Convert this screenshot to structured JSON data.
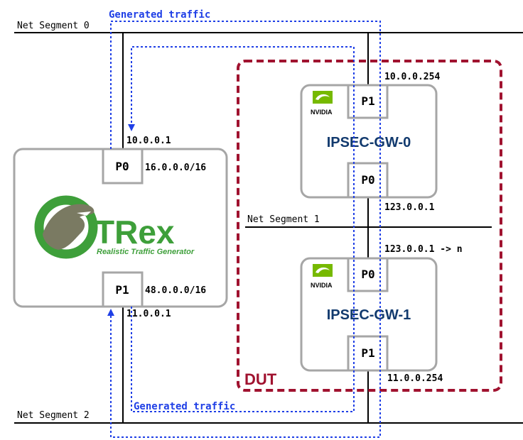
{
  "colors": {
    "wire": "#000000",
    "box_border": "#a6a6a6",
    "traffic": "#1f3fe6",
    "dut": "#a0122f",
    "gateway_title": "#123a6e",
    "trex_green": "#3e9f3a"
  },
  "segments": {
    "seg0": "Net Segment 0",
    "seg1": "Net Segment 1",
    "seg2": "Net Segment 2"
  },
  "traffic": {
    "top_label": "Generated traffic",
    "bottom_label": "Generated traffic"
  },
  "trex": {
    "logo_word": "TRex",
    "logo_tagline": "Realistic Traffic Generator",
    "port0": {
      "label": "P0",
      "ip": "10.0.0.1",
      "subnet": "16.0.0.0/16"
    },
    "port1": {
      "label": "P1",
      "ip": "11.0.0.1",
      "subnet": "48.0.0.0/16"
    }
  },
  "dut": {
    "label": "DUT",
    "gw0": {
      "title": "IPSEC-GW-0",
      "vendor": "NVIDIA",
      "p1": {
        "label": "P1",
        "ip": "10.0.0.254"
      },
      "p0": {
        "label": "P0",
        "ip": "123.0.0.1"
      }
    },
    "gw1": {
      "title": "IPSEC-GW-1",
      "vendor": "NVIDIA",
      "p0": {
        "label": "P0",
        "ip": "123.0.0.1 -> n"
      },
      "p1": {
        "label": "P1",
        "ip": "11.0.0.254"
      }
    }
  }
}
